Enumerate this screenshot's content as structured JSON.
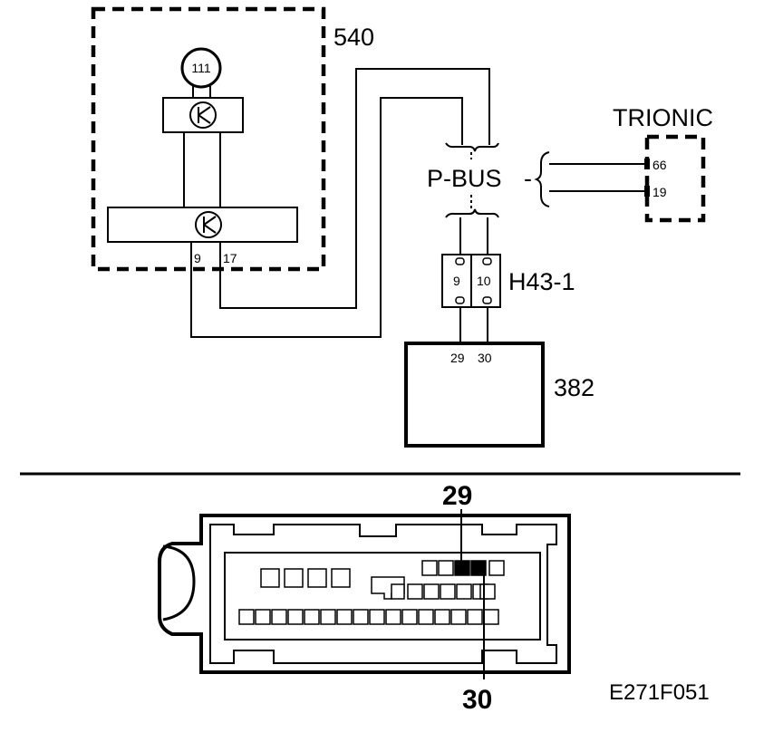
{
  "components": {
    "module_540": "540",
    "lamp_111": "111",
    "trionic": "TRIONIC",
    "pbus": "P-BUS",
    "connector_h43": "H43-1",
    "module_382": "382"
  },
  "pins": {
    "module_540_left": "9",
    "module_540_right": "17",
    "trionic_upper": "66",
    "trionic_lower": "19",
    "h43_left": "9",
    "h43_right": "10",
    "module_382_left": "29",
    "module_382_right": "30"
  },
  "connector_view": {
    "pin_top": "29",
    "pin_bottom": "30"
  },
  "figure_code": "E271F051"
}
